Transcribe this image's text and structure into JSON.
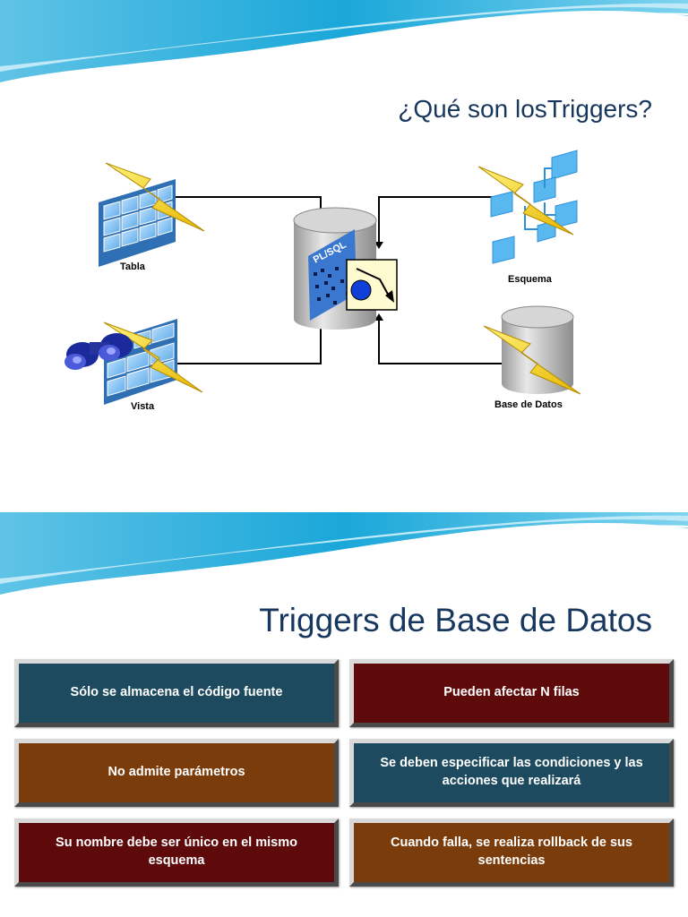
{
  "slide1": {
    "title": "¿Qué son losTriggers?",
    "labels": {
      "table": "Tabla",
      "view": "Vista",
      "schema": "Esquema",
      "database": "Base de Datos",
      "plsql": "PL/SQL"
    }
  },
  "slide2": {
    "title": "Triggers de Base de Datos",
    "boxes": [
      {
        "text": "Sólo se almacena el código fuente",
        "color": "#1d4a5e"
      },
      {
        "text": "Pueden afectar N filas",
        "color": "#5e0a0a"
      },
      {
        "text": "No admite parámetros",
        "color": "#7b3c0c"
      },
      {
        "text": "Se deben especificar las condiciones y las acciones que realizará",
        "color": "#1d4a5e"
      },
      {
        "text": "Su nombre debe ser único en el mismo esquema",
        "color": "#5e0a0a"
      },
      {
        "text": "Cuando falla, se realiza rollback de sus sentencias",
        "color": "#7b3c0c"
      }
    ]
  }
}
